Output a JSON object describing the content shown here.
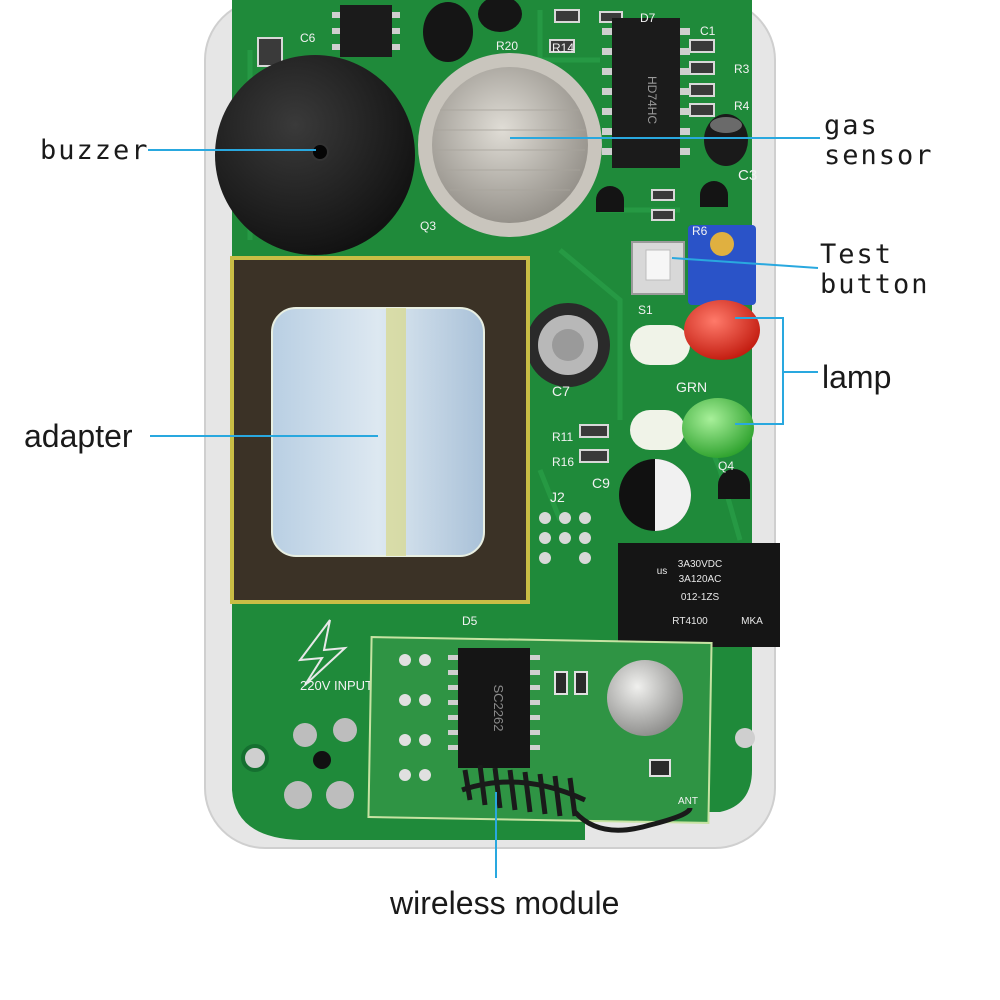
{
  "labels": {
    "buzzer": "buzzer",
    "gas_sensor_line1": "gas",
    "gas_sensor_line2": "sensor",
    "test_button_line1": "Test",
    "test_button_line2": "button",
    "lamp": "lamp",
    "adapter": "adapter",
    "wireless_module": "wireless module"
  },
  "board_markings": {
    "power_input": "220V INPUT",
    "c3": "C3",
    "c6": "C6",
    "c7": "C7",
    "c9": "C9",
    "c1": "C1",
    "r20": "R20",
    "r14": "R14",
    "r3": "R3",
    "r4": "R4",
    "r6": "R6",
    "r11": "R11",
    "r16": "R16",
    "d7": "D7",
    "d5": "D5",
    "s1": "S1",
    "grn": "GRN",
    "q3": "Q3",
    "q4": "Q4",
    "j2": "J2",
    "ant": "ANT",
    "chip": "SC2262",
    "ic": "HD74HC"
  },
  "relay": {
    "line1": "3A30VDC",
    "line2": "3A120AC",
    "line3": "012-1ZS",
    "line4": "RT4100",
    "brand": "MKA",
    "cert": "us"
  },
  "colors": {
    "pcb": "#1f8a3a",
    "pcb_dark": "#157030",
    "housing": "#e6e6e6",
    "leader": "#29a8df",
    "led_red": "#e02a1c",
    "led_green": "#3fc03a"
  }
}
